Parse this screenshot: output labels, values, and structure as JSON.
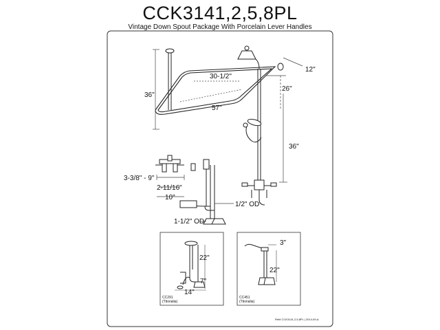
{
  "header": {
    "title": "CCK3141,2,5,8PL",
    "subtitle": "Vintage Down Spout Package With Porcelain Lever Handles"
  },
  "main": {
    "dims": {
      "d36_left": "36\"",
      "d12": "12\"",
      "d26": "26\"",
      "d30": "30-1/2\"",
      "d57": "57\"",
      "d36_right": "36\"",
      "d338": "3-3/8\" - 9\"",
      "d2116": "2-11/16\"",
      "d10": "10\"",
      "dod": "1/2\" OD",
      "dod15": "1-1/2\" OD"
    },
    "inset_left": {
      "d22": "22\"",
      "d7": "7\"",
      "d14": "14\"",
      "code": "CC291",
      "finish": "(Ttionalia)"
    },
    "inset_right": {
      "d3": "3\"",
      "d22": "22\"",
      "code": "CC451",
      "finish": "(Ttionalia)"
    },
    "footer_ref": "Ref# CCK3141,2,5,8PL | 2014-09-A"
  }
}
